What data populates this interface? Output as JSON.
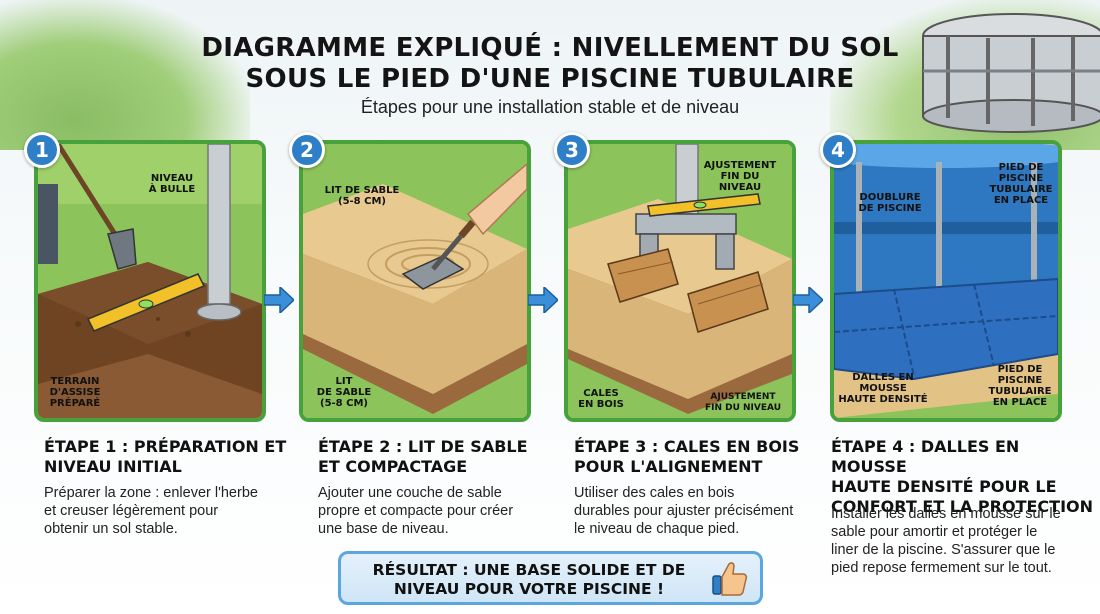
{
  "header": {
    "title_line1": "DIAGRAMME EXPLIQUÉ : NIVELLEMENT DU SOL",
    "title_line2": "SOUS LE PIED D'UNE PISCINE TUBULAIRE",
    "subtitle": "Étapes pour une installation stable et de niveau"
  },
  "steps": [
    {
      "number": "1",
      "title_line1": "ÉTAPE 1 : PRÉPARATION ET",
      "title_line2": "NIVEAU INITIAL",
      "desc_line1": "Préparer la zone : enlever l'herbe",
      "desc_line2": "et creuser légèrement pour",
      "desc_line3": "obtenir un sol stable.",
      "labels": {
        "level_l1": "NIVEAU",
        "level_l2": "À BULLE",
        "ground_l1": "TERRAIN",
        "ground_l2": "D'ASSISE",
        "ground_l3": "PRÉPARÉ"
      }
    },
    {
      "number": "2",
      "title_line1": "ÉTAPE 2 : LIT DE SABLE",
      "title_line2": "ET COMPACTAGE",
      "desc_line1": "Ajouter une couche de sable",
      "desc_line2": "propre et compacte pour créer",
      "desc_line3": "une base de niveau.",
      "labels": {
        "sand_top_l1": "LIT DE SABLE",
        "sand_top_l2": "(5-8 cm)",
        "sand_bot_l1": "LIT",
        "sand_bot_l2": "DE SABLE",
        "sand_bot_l3": "(5-8 cm)"
      }
    },
    {
      "number": "3",
      "title_line1": "ÉTAPE 3 : CALES EN BOIS",
      "title_line2": "POUR L'ALIGNEMENT",
      "desc_line1": "Utiliser des cales en bois",
      "desc_line2": "durables pour ajuster précisément",
      "desc_line3": "le niveau de chaque pied.",
      "labels": {
        "fine_top_l1": "AJUSTEMENT",
        "fine_top_l2": "FIN DU",
        "fine_top_l3": "NIVEAU",
        "wedges_l1": "CALES",
        "wedges_l2": "EN BOIS",
        "fine_bot_l1": "AJUSTEMENT",
        "fine_bot_l2": "FIN DU NIVEAU"
      }
    },
    {
      "number": "4",
      "title_line1": "ÉTAPE 4 : DALLES EN MOUSSE",
      "title_line2": "HAUTE DENSITÉ POUR LE",
      "title_line3": "CONFORT ET LA PROTECTION",
      "desc_line1": "Installer les dalles en mousse sur le",
      "desc_line2": "sable pour amortir et protéger le",
      "desc_line3": "liner de la piscine. S'assurer que le",
      "desc_line4": "pied repose fermement sur le tout.",
      "labels": {
        "liner_l1": "DOUBLURE",
        "liner_l2": "DE PISCINE",
        "foot_top_l1": "PIED DE",
        "foot_top_l2": "PISCINE",
        "foot_top_l3": "TUBULAIRE",
        "foot_top_l4": "EN PLACE",
        "foam_l1": "DALLES EN",
        "foam_l2": "MOUSSE",
        "foam_l3": "HAUTE DENSITÉ",
        "foot_bot_l1": "PIED DE",
        "foot_bot_l2": "PISCINE",
        "foot_bot_l3": "TUBULAIRE",
        "foot_bot_l4": "EN PLACE"
      }
    }
  ],
  "result": {
    "line1": "RÉSULTAT : UNE BASE SOLIDE ET DE",
    "line2": "NIVEAU POUR VOTRE PISCINE !"
  },
  "colors": {
    "panel_border": "#48a23c",
    "badge": "#2f7fc8",
    "arrow": "#3a8fd8",
    "result_border": "#5aa7e0"
  },
  "icons": [
    "thumbs-up-icon",
    "arrow-right-icon"
  ]
}
